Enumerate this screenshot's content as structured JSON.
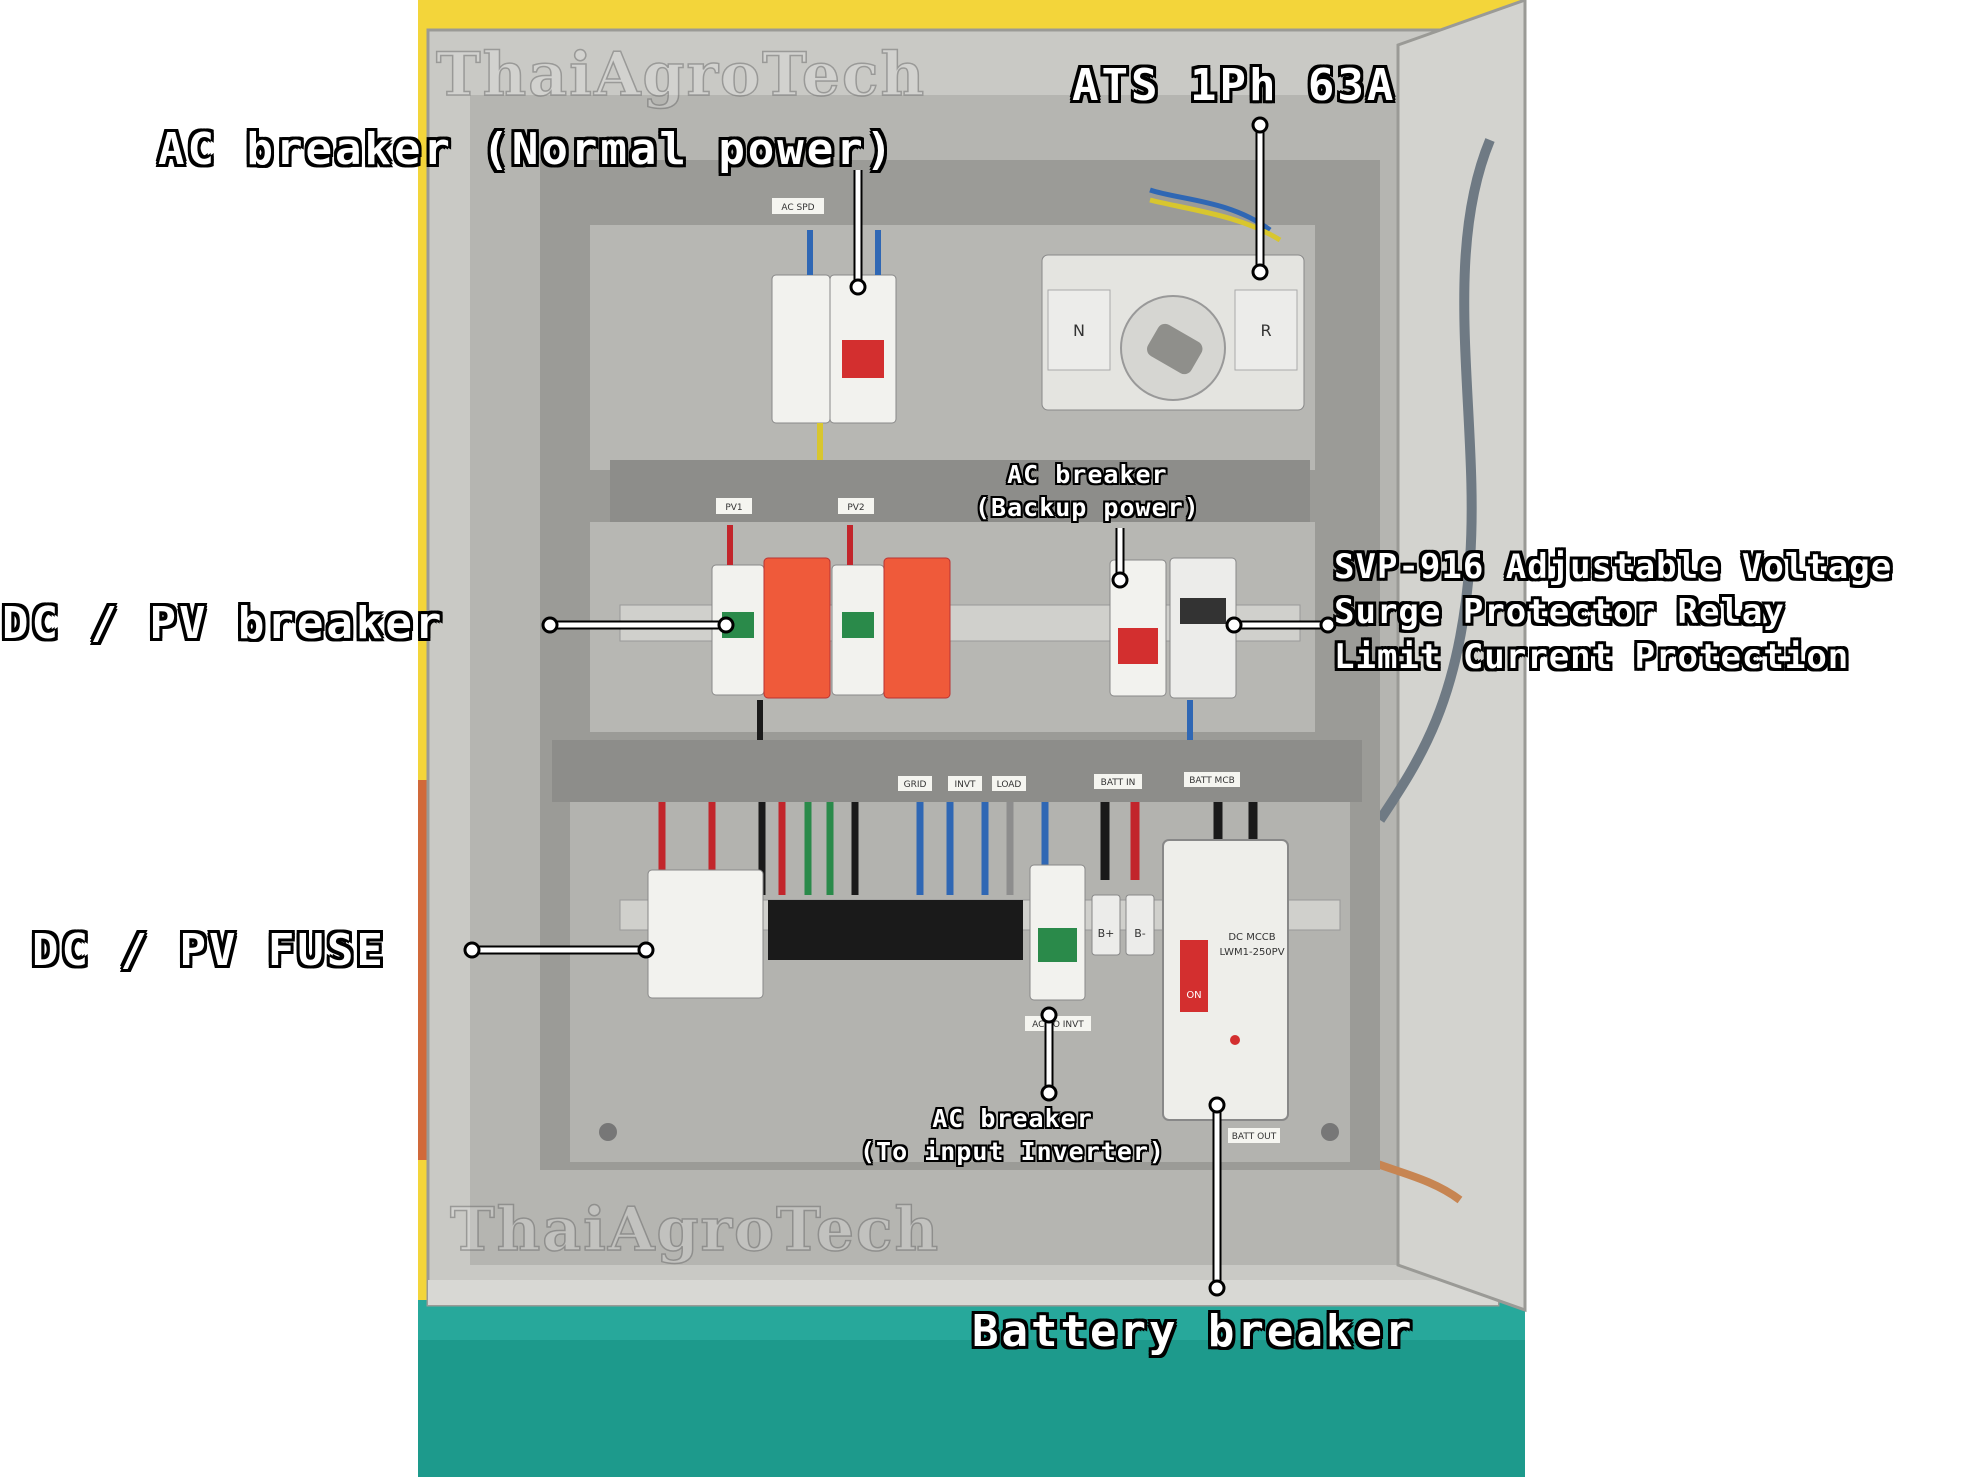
{
  "colors": {
    "wall": "#f3d53a",
    "floor": "#1d9a8c",
    "enclosure": "#c9c9c5",
    "backplate": "#9b9b97",
    "breaker_white": "#f2f2ee",
    "spd_red": "#ef5a3a",
    "wire_red": "#c2252b",
    "wire_blue": "#2f67b4",
    "wire_black": "#1a1a1a",
    "wire_green": "#2a8a4a",
    "wire_yellow": "#d8c62e"
  },
  "watermark": {
    "text": "ThaiAgroTech"
  },
  "callouts": {
    "ac_breaker_normal": "AC breaker (Normal power)",
    "ats": "ATS 1Ph 63A",
    "ac_breaker_backup": "AC breaker\n(Backup power)",
    "dc_pv_breaker": "DC / PV breaker",
    "svp_relay": "SVP-916 Adjustable Voltage\nSurge Protector Relay\nLimit Current Protection",
    "dc_pv_fuse": "DC / PV FUSE",
    "ac_breaker_inverter": "AC breaker\n(To input Inverter)",
    "battery_breaker": "Battery breaker"
  },
  "panel_tags": {
    "ac_spd": "AC SPD",
    "pv1": "PV1",
    "pv2": "PV2",
    "grid": "GRID",
    "invt": "INVT",
    "load": "LOAD",
    "batt_in": "BATT IN",
    "batt_mcb": "BATT MCB",
    "ac_to_invt": "AC TO INVT",
    "batt_out": "BATT OUT"
  },
  "device_text": {
    "ats_n": "N",
    "ats_r": "R",
    "mccb_title": "DC MCCB",
    "mccb_model": "LWM1-250PV",
    "mccb_on": "ON",
    "bplus": "B+",
    "bminus": "B-"
  }
}
